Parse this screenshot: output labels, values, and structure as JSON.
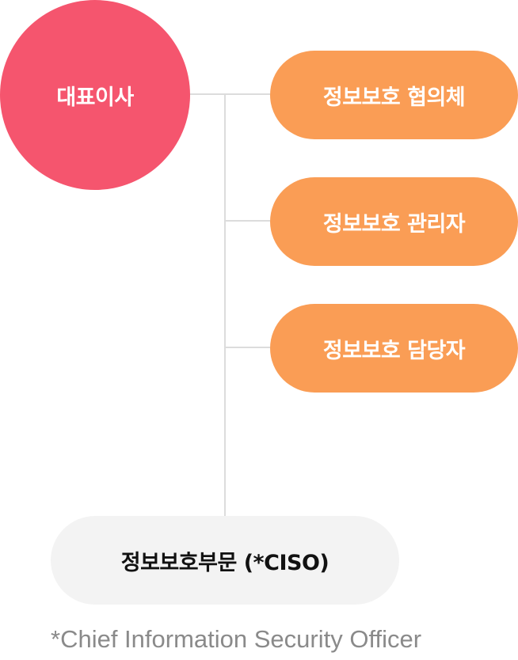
{
  "diagram": {
    "ceo": {
      "label": "대표이사"
    },
    "branches": [
      {
        "label": "정보보호 협의체"
      },
      {
        "label": "정보보호 관리자"
      },
      {
        "label": "정보보호 담당자"
      }
    ],
    "department": {
      "label": "정보보호부문 (*CISO)"
    },
    "footnote": "*Chief Information Security Officer"
  },
  "colors": {
    "ceo_fill": "#f5556e",
    "branch_fill": "#fa9d55",
    "department_fill": "#f3f3f3",
    "connector": "#dcdcdc",
    "footnote_text": "#8a8a8a"
  }
}
